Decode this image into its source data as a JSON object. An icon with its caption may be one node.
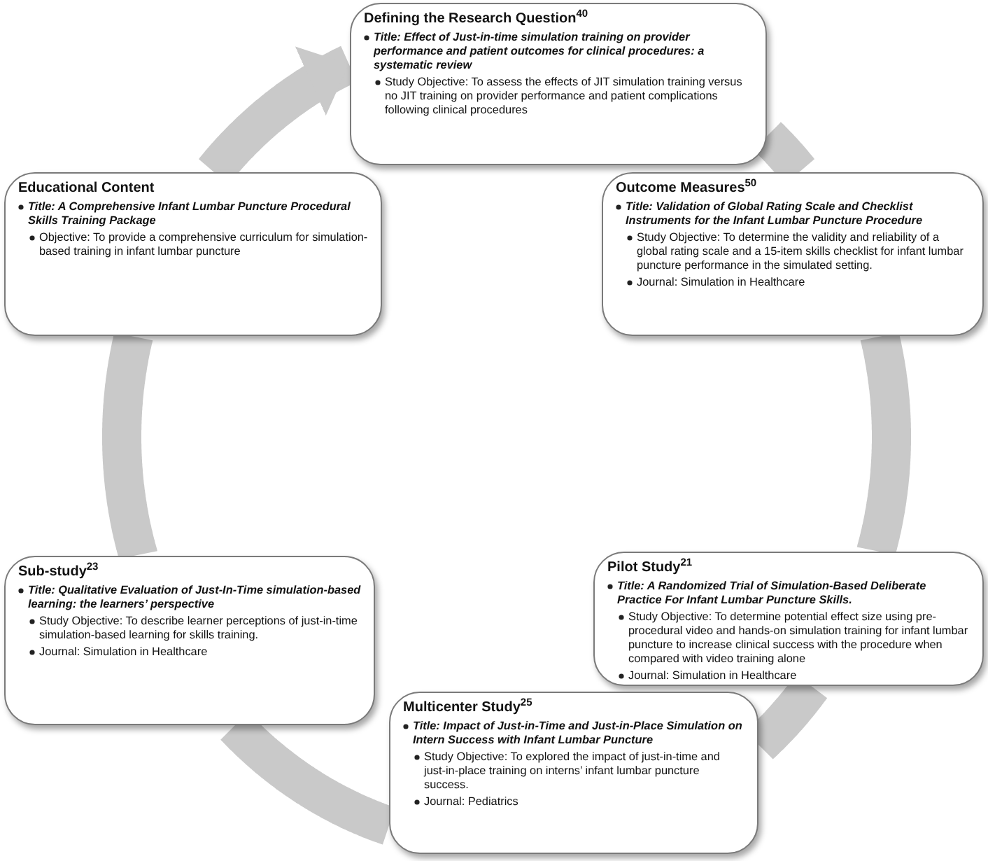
{
  "diagram": {
    "nodes": [
      {
        "text": [
          "Defining the Research Question$^{40}$",
          "Title: Effect of Just-in-time simulation training on provider performance and patient outcomes for clinical procedures: a systematic review",
          "Study Objective: To assess the effects of JIT simulation training versus no JIT training on provider performance and patient complications following clinical procedures"
        ]
      },
      {
        "text": [
          "Educational Content",
          "Title: A Comprehensive Infant Lumbar Puncture Procedural Skills Training Package",
          "Objective: To provide a comprehensive curriculum for simulation-based training in infant lumbar puncture"
        ]
      },
      {
        "text": [
          "Outcome Measures$^{50}$",
          "Title: Validation of Global Rating Scale and Checklist Instruments for the Infant Lumbar Puncture Procedure",
          "Study Objective: To determine the validity and reliability of a global rating scale and a 15-item skills checklist for infant lumbar puncture performance in the simulated setting.",
          "Journal: Simulation in Healthcare"
        ]
      },
      {
        "text": [
          "Sub-study$^{23}$",
          "Title: Qualitative Evaluation of Just-In-Time simulation-based learning: the learners’ perspective",
          "Study Objective: To describe learner perceptions of just-in-time simulation-based learning for skills training.",
          "Journal: Simulation in Healthcare"
        ]
      },
      {
        "text": [
          "Pilot Study$^{21}$",
          "Title: A Randomized Trial of Simulation-Based Deliberate Practice For Infant Lumbar Puncture Skills.",
          "Study Objective: To determine potential effect size using pre-procedural video and hands-on simulation training for infant lumbar puncture to increase clinical success with the procedure when compared with video training alone",
          "Journal: Simulation in Healthcare"
        ]
      },
      {
        "text": [
          "Multicenter Study$^{25}$",
          "Title: Impact of Just-in-Time and Just-in-Place Simulation on Intern Success with Infant Lumbar Puncture",
          "Study Objective: To explored the impact of just-in-time and just-in-place training on interns’ infant lumbar puncture success.",
          "Journal: Pediatrics"
        ]
      }
    ],
    "edges": [
      {
        "from": 1,
        "to": 0,
        "arrow": "to"
      },
      {
        "from": 0,
        "to": 2,
        "arrow": "none"
      },
      {
        "from": 2,
        "to": 4,
        "arrow": "none"
      },
      {
        "from": 4,
        "to": 5,
        "arrow": "none"
      },
      {
        "from": 5,
        "to": 3,
        "arrow": "none"
      },
      {
        "from": 3,
        "to": 1,
        "arrow": "none"
      }
    ]
  }
}
